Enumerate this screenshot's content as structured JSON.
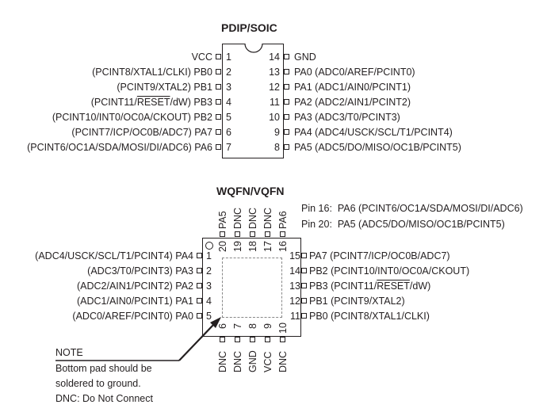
{
  "pdip": {
    "title": "PDIP/SOIC",
    "left": [
      {
        "num": "1",
        "pre": "",
        "ov": "",
        "post": "VCC"
      },
      {
        "num": "2",
        "pre": "(PCINT8/XTAL1/CLKI) PB0",
        "ov": "",
        "post": ""
      },
      {
        "num": "3",
        "pre": "(PCINT9/XTAL2) PB1",
        "ov": "",
        "post": ""
      },
      {
        "num": "4",
        "pre": "(PCINT11/",
        "ov": "RESET",
        "post": "/dW) PB3"
      },
      {
        "num": "5",
        "pre": "(PCINT10/INT0/OC0A/CKOUT) PB2",
        "ov": "",
        "post": ""
      },
      {
        "num": "6",
        "pre": "(PCINT7/ICP/OC0B/ADC7) PA7",
        "ov": "",
        "post": ""
      },
      {
        "num": "7",
        "pre": "(PCINT6/OC1A/SDA/MOSI/DI/ADC6) PA6",
        "ov": "",
        "post": ""
      }
    ],
    "right": [
      {
        "num": "14",
        "label": "GND"
      },
      {
        "num": "13",
        "label": "PA0 (ADC0/AREF/PCINT0)"
      },
      {
        "num": "12",
        "label": "PA1 (ADC1/AIN0/PCINT1)"
      },
      {
        "num": "11",
        "label": "PA2 (ADC2/AIN1/PCINT2)"
      },
      {
        "num": "10",
        "label": "PA3 (ADC3/T0/PCINT3)"
      },
      {
        "num": "9",
        "label": "PA4 (ADC4/USCK/SCL/T1/PCINT4)"
      },
      {
        "num": "8",
        "label": "PA5 (ADC5/DO/MISO/OC1B/PCINT5)"
      }
    ]
  },
  "qfn": {
    "title": "WQFN/VQFN",
    "notes": [
      "Pin 16:  PA6 (PCINT6/OC1A/SDA/MOSI/DI/ADC6)",
      "Pin 20:  PA5 (ADC5/DO/MISO/OC1B/PCINT5)"
    ],
    "top": [
      {
        "num": "20",
        "label": "PA5"
      },
      {
        "num": "19",
        "label": "DNC"
      },
      {
        "num": "18",
        "label": "DNC"
      },
      {
        "num": "17",
        "label": "DNC"
      },
      {
        "num": "16",
        "label": "PA6"
      }
    ],
    "left": [
      {
        "num": "1",
        "label": "(ADC4/USCK/SCL/T1/PCINT4) PA4"
      },
      {
        "num": "2",
        "label": "(ADC3/T0/PCINT3) PA3"
      },
      {
        "num": "3",
        "label": "(ADC2/AIN1/PCINT2) PA2"
      },
      {
        "num": "4",
        "label": "(ADC1/AIN0/PCINT1) PA1"
      },
      {
        "num": "5",
        "label": "(ADC0/AREF/PCINT0) PA0"
      }
    ],
    "right": [
      {
        "num": "15",
        "pre": "PA7 (PCINT7/ICP/OC0B/ADC7)",
        "ov": "",
        "post": ""
      },
      {
        "num": "14",
        "pre": "PB2 (PCINT10/INT0/OC0A/CKOUT)",
        "ov": "",
        "post": ""
      },
      {
        "num": "13",
        "pre": "PB3 (PCINT11/",
        "ov": "RESET",
        "post": "/dW)"
      },
      {
        "num": "12",
        "pre": "PB1 (PCINT9/XTAL2)",
        "ov": "",
        "post": ""
      },
      {
        "num": "11",
        "pre": "PB0 (PCINT8/XTAL1/CLKI)",
        "ov": "",
        "post": ""
      }
    ],
    "bottom": [
      {
        "num": "6",
        "label": "DNC"
      },
      {
        "num": "7",
        "label": "DNC"
      },
      {
        "num": "8",
        "label": "GND"
      },
      {
        "num": "9",
        "label": "VCC"
      },
      {
        "num": "10",
        "label": "DNC"
      }
    ]
  },
  "note": {
    "heading": "NOTE",
    "lines": [
      "Bottom pad should be",
      "soldered to ground.",
      "DNC: Do Not Connect"
    ]
  }
}
